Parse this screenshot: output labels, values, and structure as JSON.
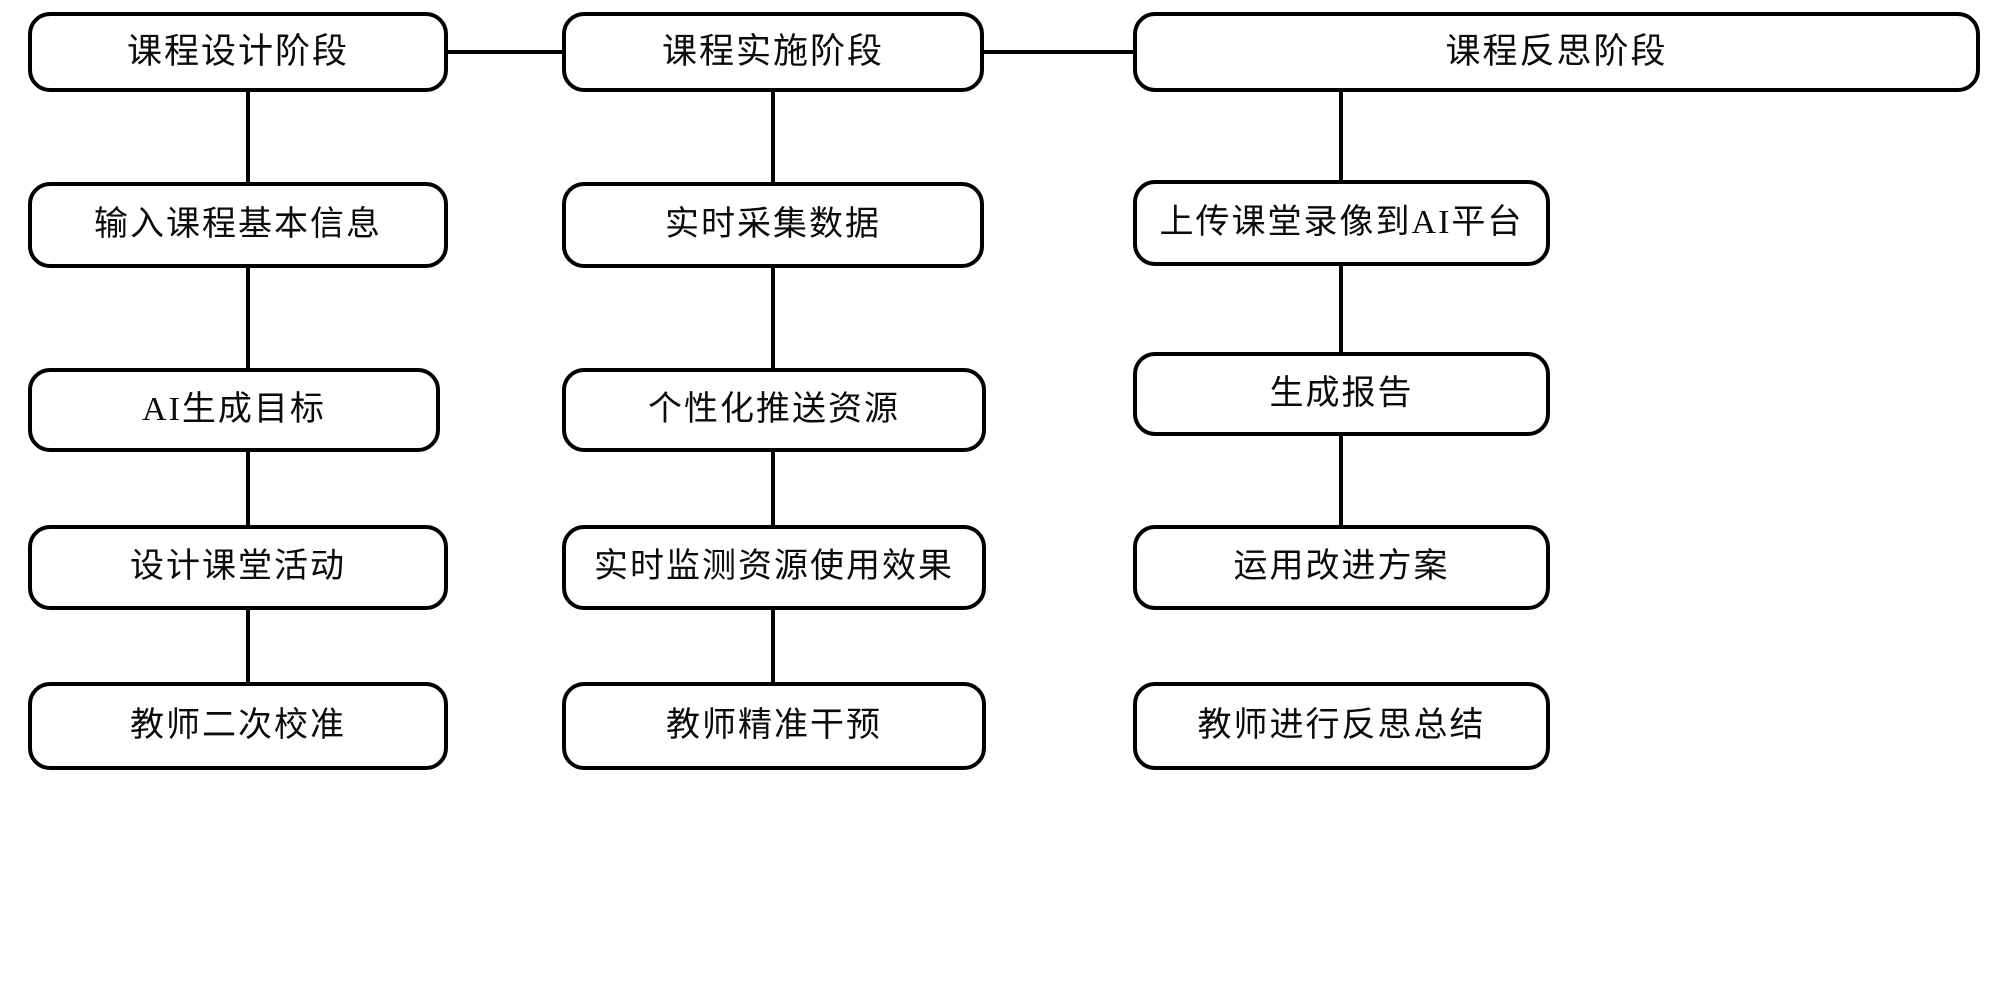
{
  "diagram": {
    "type": "flowchart",
    "orientation": "three-column-vertical",
    "stroke_color": "#000000",
    "fill_color": "#ffffff",
    "text_color": "#0b0b0b",
    "columns": [
      {
        "id": "design",
        "header": "课程设计阶段",
        "steps": [
          "输入课程基本信息",
          "AI生成目标",
          "设计课堂活动",
          "教师二次校准"
        ]
      },
      {
        "id": "implement",
        "header": "课程实施阶段",
        "steps": [
          "实时采集数据",
          "个性化推送资源",
          "实时监测资源使用效果",
          "教师精准干预"
        ]
      },
      {
        "id": "reflect",
        "header": "课程反思阶段",
        "steps": [
          "上传课堂录像到AI平台",
          "生成报告",
          "运用改进方案",
          "教师进行反思总结"
        ]
      }
    ]
  }
}
